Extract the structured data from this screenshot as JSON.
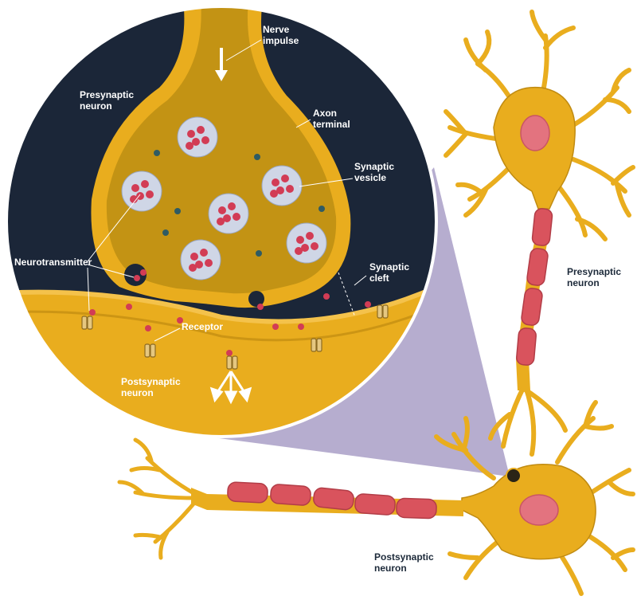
{
  "labels": {
    "nerve_impulse": "Nerve\nimpulse",
    "presynaptic_inset": "Presynaptic\nneuron",
    "axon_terminal": "Axon\nterminal",
    "synaptic_vesicle": "Synaptic\nvesicle",
    "neurotransmitter": "Neurotransmitter",
    "synaptic_cleft": "Synaptic\ncleft",
    "receptor": "Receptor",
    "postsynaptic_inset": "Postsynaptic\nneuron",
    "presynaptic_main": "Presynaptic\nneuron",
    "postsynaptic_main": "Postsynaptic\nneuron"
  },
  "colors": {
    "background": "#ffffff",
    "inset_background": "#1b2638",
    "neuron_fill": "#e9ad1e",
    "neuron_dark": "#b9860e",
    "myelin": "#d9535d",
    "nucleus": "#e3737f",
    "vesicle": "#cfd6e6",
    "neurotransmitter_dot": "#d23c55",
    "zoom_cone": "#a99fc7"
  }
}
